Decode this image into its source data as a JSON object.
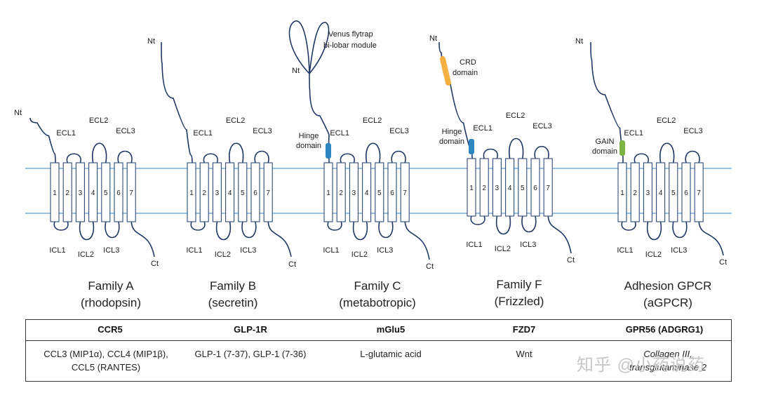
{
  "labels": {
    "nt": "Nt",
    "ct": "Ct",
    "ecl1": "ECL1",
    "ecl2": "ECL2",
    "ecl3": "ECL3",
    "icl1": "ICL1",
    "icl2": "ICL2",
    "icl3": "ICL3",
    "helices": [
      "1",
      "2",
      "3",
      "4",
      "5",
      "6",
      "7"
    ]
  },
  "colors": {
    "membrane": "#5b9bd5",
    "chain": "#1f3864",
    "helix_stroke": "#2e4a7a",
    "hinge": "#2e86c1",
    "crd": "#f5b041",
    "gain": "#7cb342"
  },
  "families": [
    {
      "name": "Family A",
      "subtitle": "(rhodopsin)",
      "receptor": "CCR5",
      "ligands": [
        "CCL3 (MIP1α), CCL4 (MIP1β),",
        "CCL5 (RANTES)"
      ]
    },
    {
      "name": "Family B",
      "subtitle": "(secretin)",
      "receptor": "GLP-1R",
      "ligands": [
        "GLP-1 (7-37), GLP-1 (7-36)"
      ]
    },
    {
      "name": "Family C",
      "subtitle": "(metabotropic)",
      "receptor": "mGlu5",
      "ligands": [
        "L-glutamic acid"
      ],
      "domains": {
        "hinge": "Hinge domain",
        "venus_line1": "Venus flytrap",
        "venus_line2": "bi-lobar module"
      }
    },
    {
      "name": "Family F",
      "subtitle": "(Frizzled)",
      "receptor": "FZD7",
      "ligands": [
        "Wnt"
      ],
      "domains": {
        "hinge": "Hinge domain",
        "crd_line1": "CRD",
        "crd_line2": "domain"
      }
    },
    {
      "name": "Adhesion GPCR",
      "subtitle": "(aGPCR)",
      "receptor": "GPR56 (ADGRG1)",
      "ligands": [
        "Collagen III,",
        "transglutaminase 2"
      ],
      "domains": {
        "gain_line1": "GAIN",
        "gain_line2": "domain"
      }
    }
  ],
  "watermark": "知乎 @小药说药"
}
